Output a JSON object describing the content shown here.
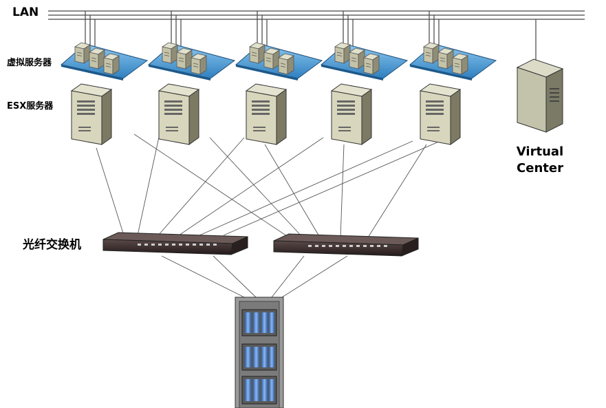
{
  "labels": {
    "lan": "LAN",
    "virtual_servers": "虚拟服务器",
    "esx_servers": "ESX服务器",
    "vc_line1": "Virtual",
    "vc_line2": "Center",
    "fc_switch": "光纤交换机"
  },
  "esx_host_count": 5,
  "fc_switch_count": 2,
  "colors": {
    "platform": "#4a9fd8",
    "server_body": "#c9c7a8",
    "server_front": "#dcdcc4",
    "vm_box": "#bdbba0",
    "vc_body": "#aeae97",
    "switch_body": "#3a2e2e",
    "storage_disk": "#5b8ed4",
    "line": "#444444"
  }
}
